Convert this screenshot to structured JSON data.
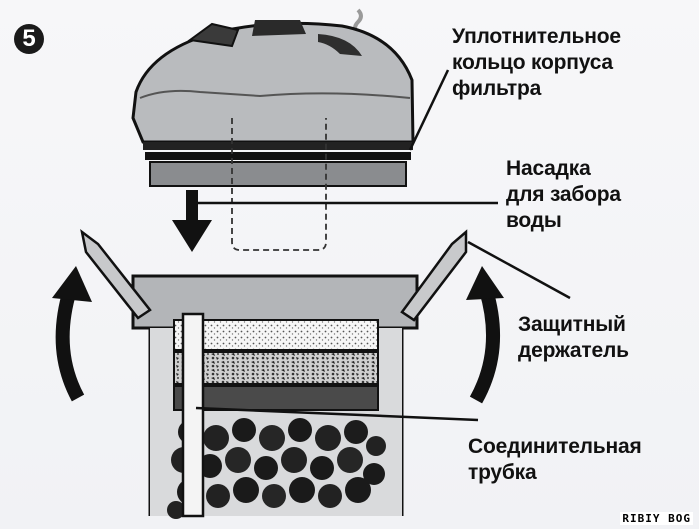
{
  "step_number": "5",
  "labels": {
    "sealing_ring": [
      "Уплотнительное",
      "кольцо корпуса",
      "фильтра"
    ],
    "intake_nozzle": [
      "Насадка",
      "для забора",
      "воды"
    ],
    "protective_holder": [
      "Защитный",
      "держатель"
    ],
    "connecting_tube": [
      "Соединительная",
      "трубка"
    ]
  },
  "watermark": "RIBIY BOG"
}
